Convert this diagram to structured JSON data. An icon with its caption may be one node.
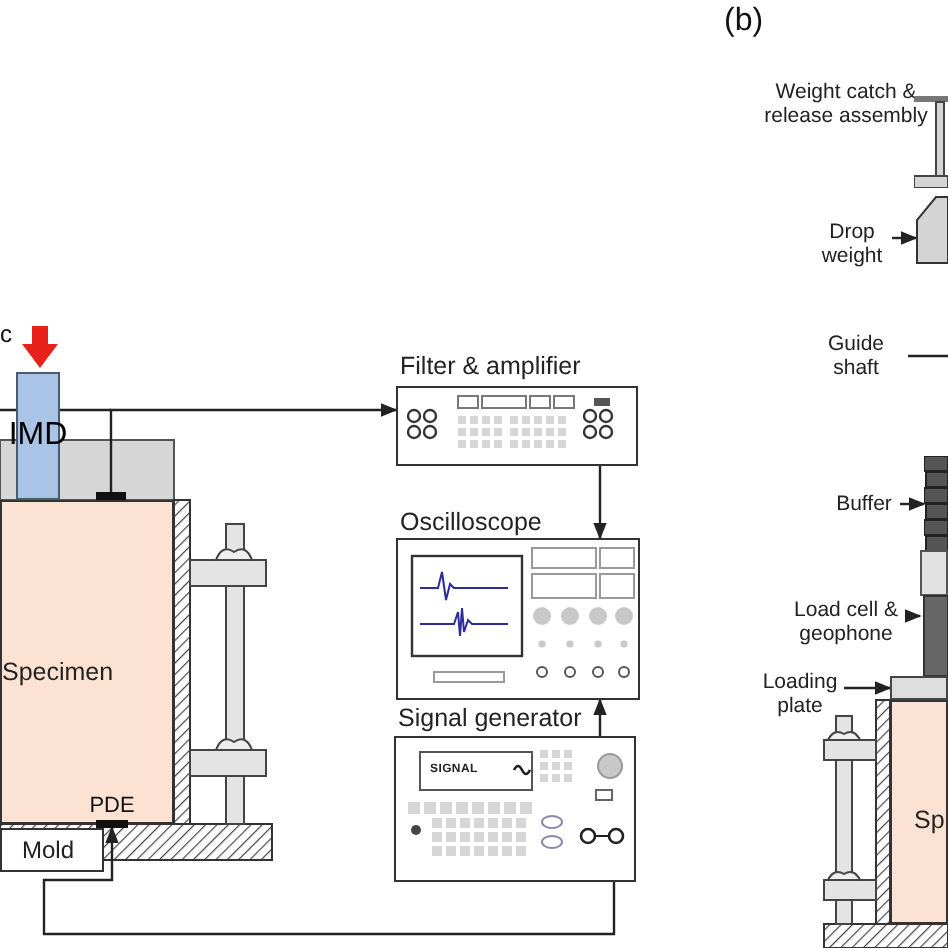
{
  "diagram": {
    "nodes": [
      {
        "text": [
          "IMD"
        ]
      },
      {
        "text": [],
        "shape": "bar"
      },
      {
        "text": [
          "Specimen"
        ]
      },
      {
        "text": [
          "PDE"
        ]
      },
      {
        "text": [
          "Mold"
        ]
      },
      {
        "text": [
          "Filter & amplifier"
        ]
      },
      {
        "text": [
          "Oscilloscope"
        ]
      },
      {
        "text": [
          "Signal generator"
        ]
      },
      {
        "text": [
          "Weight catch & release assembly"
        ]
      },
      {
        "text": [],
        "shape": "box"
      },
      {
        "text": [
          "Drop weight"
        ]
      },
      {
        "text": [],
        "shape": "box"
      },
      {
        "text": [
          "Guide shaft"
        ]
      },
      {
        "text": [
          "Buffer"
        ]
      },
      {
        "text": [],
        "shape": "box"
      },
      {
        "text": [
          "Load cell & geophone"
        ]
      },
      {
        "text": [],
        "shape": "box"
      },
      {
        "text": [
          "Loading plate"
        ]
      },
      {
        "text": [],
        "shape": "box"
      },
      {
        "text": [
          "Sp"
        ]
      }
    ],
    "edges": [
      {
        "from": 1,
        "to": 5,
        "arrow": "to"
      },
      {
        "from": 5,
        "to": 6,
        "arrow": "to"
      },
      {
        "from": 7,
        "to": 6,
        "arrow": "to"
      },
      {
        "from": 7,
        "to": 3,
        "arrow": "to"
      },
      {
        "from": 8,
        "to": 9,
        "arrow": "none"
      },
      {
        "from": 10,
        "to": 11,
        "arrow": "to"
      },
      {
        "from": 12,
        "to": null,
        "arrow": "none"
      },
      {
        "from": 13,
        "to": 14,
        "arrow": "to"
      },
      {
        "from": 15,
        "to": 16,
        "arrow": "to"
      },
      {
        "from": 17,
        "to": 18,
        "arrow": "to"
      }
    ],
    "labels": [
      "c",
      "(b)",
      "SIGNAL"
    ]
  }
}
